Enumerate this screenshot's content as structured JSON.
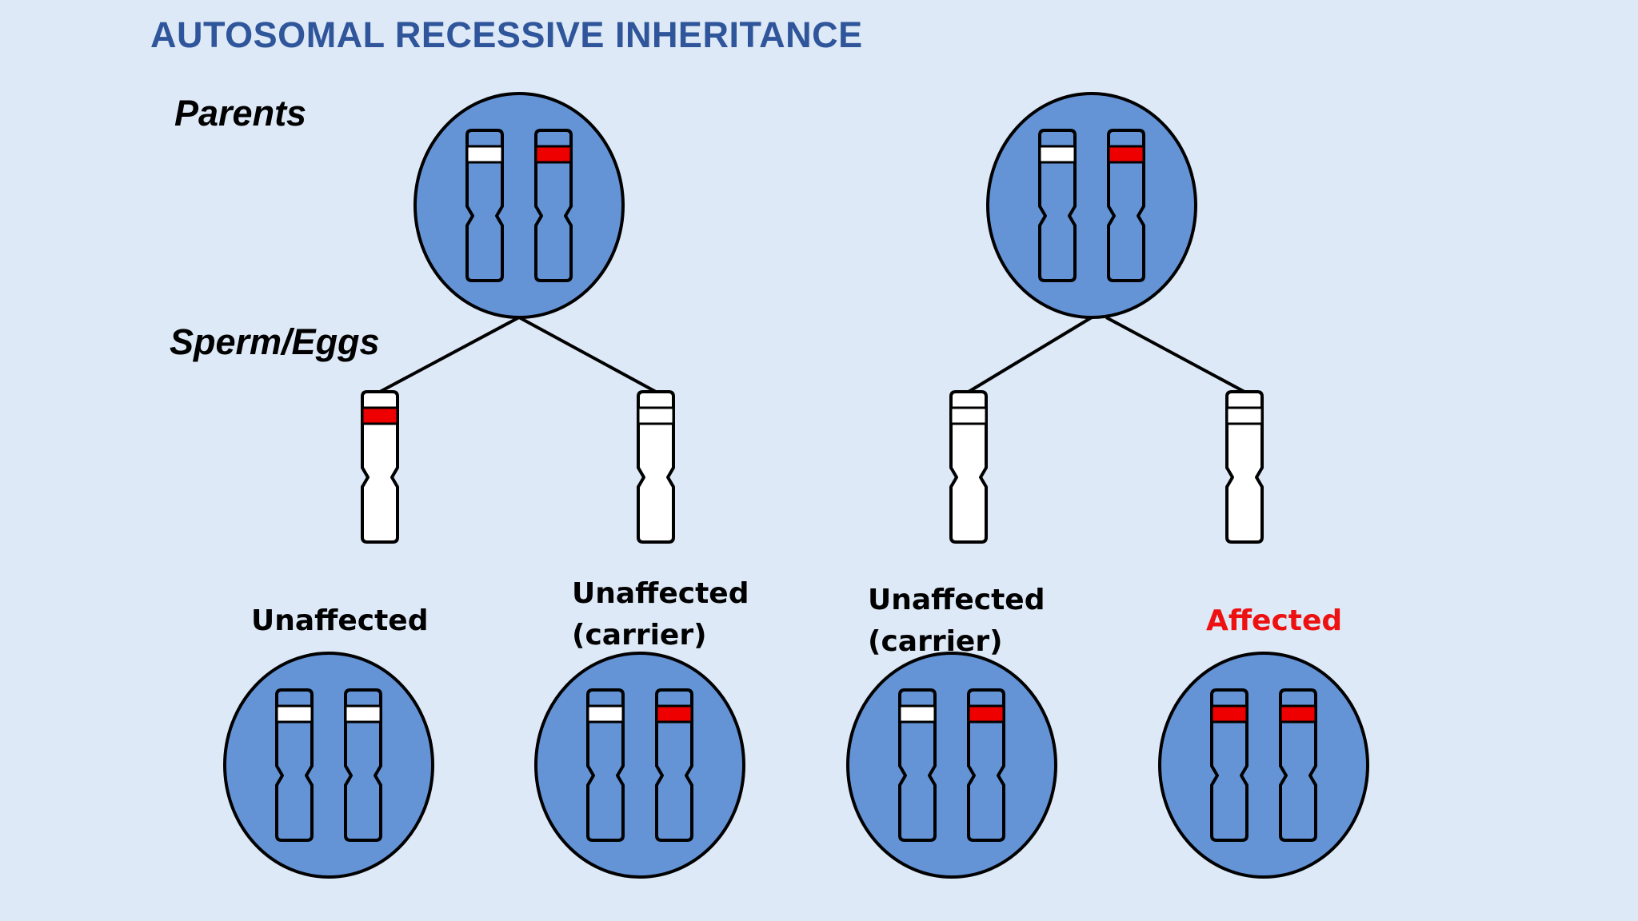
{
  "title": "AUTOSOMAL RECESSIVE INHERITANCE",
  "row_labels": {
    "parents": "Parents",
    "gametes": "Sperm/Eggs"
  },
  "children": [
    {
      "line1": "Unaffected",
      "line2": "",
      "color": "#000000",
      "alleles": [
        "normal",
        "normal"
      ]
    },
    {
      "line1": "Unaffected",
      "line2": "(carrier)",
      "color": "#000000",
      "alleles": [
        "normal",
        "mutant"
      ]
    },
    {
      "line1": "Unaffected",
      "line2": "(carrier)",
      "color": "#000000",
      "alleles": [
        "normal",
        "mutant"
      ]
    },
    {
      "line1": "Affected",
      "line2": "",
      "color": "#ee1111",
      "alleles": [
        "mutant",
        "mutant"
      ]
    }
  ],
  "parents": [
    {
      "alleles": [
        "normal",
        "mutant"
      ]
    },
    {
      "alleles": [
        "normal",
        "mutant"
      ]
    }
  ],
  "gametes": [
    {
      "allele": "mutant"
    },
    {
      "allele": "normal"
    },
    {
      "allele": "normal"
    },
    {
      "allele": "normal"
    }
  ],
  "colors": {
    "background": "#dde9f6",
    "title": "#2f559b",
    "cell_fill": "#6594d6",
    "gamete_fill": "#ffffff",
    "normal_band": "#ffffff",
    "mutant_band": "#ee0000",
    "outline": "#000000"
  }
}
